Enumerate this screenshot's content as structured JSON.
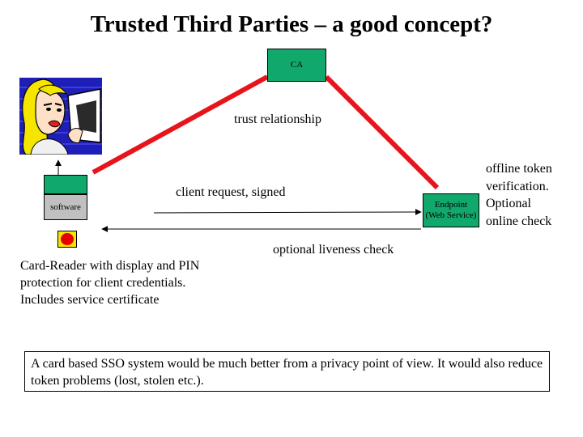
{
  "title": "Trusted Third Parties – a good concept?",
  "nodes": {
    "ca": "CA",
    "software": "software",
    "endpoint_line1": "Endpoint",
    "endpoint_line2": "(Web Service)"
  },
  "edges": {
    "trust": "trust relationship",
    "request": "client request, signed",
    "liveness": "optional liveness check"
  },
  "notes": {
    "offline": [
      "offline token",
      "verification.",
      "Optional",
      "online check"
    ],
    "reader": [
      "Card-Reader with display and PIN",
      "protection for client credentials.",
      "Includes service certificate"
    ],
    "privacy": "A card based SSO system would be much better from a privacy point of view. It would also reduce token problems (lost, stolen etc.)."
  },
  "colors": {
    "box_green": "#11a86c",
    "trust_line": "#e8141c",
    "software_gray": "#c0c0c0",
    "pin_yellow": "#f4e600",
    "pin_red": "#e60000"
  }
}
